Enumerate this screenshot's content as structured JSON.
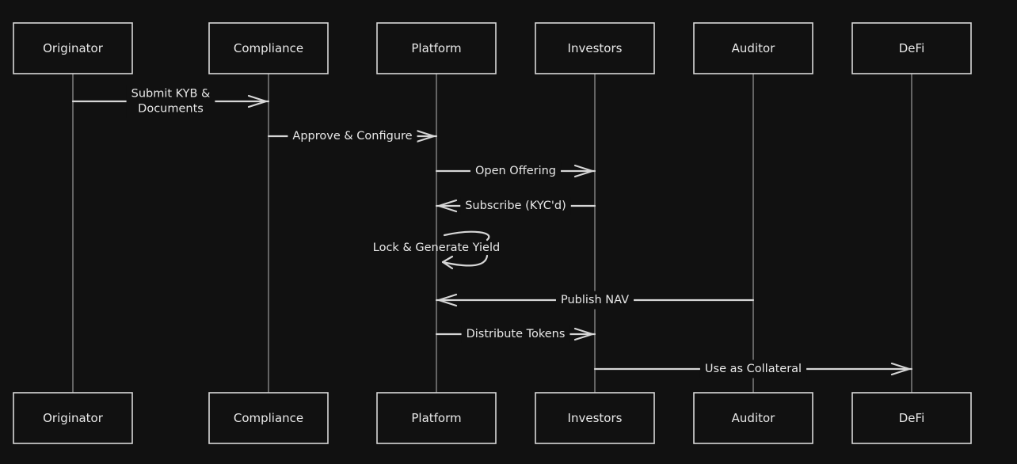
{
  "diagram": {
    "participants": [
      {
        "id": "originator",
        "label": "Originator"
      },
      {
        "id": "compliance",
        "label": "Compliance"
      },
      {
        "id": "platform",
        "label": "Platform"
      },
      {
        "id": "investors",
        "label": "Investors"
      },
      {
        "id": "auditor",
        "label": "Auditor"
      },
      {
        "id": "defi",
        "label": "DeFi"
      }
    ],
    "messages": [
      {
        "id": "submit-kyb",
        "from": "originator",
        "to": "compliance",
        "lines": [
          "Submit KYB &",
          "Documents"
        ]
      },
      {
        "id": "approve-configure",
        "from": "compliance",
        "to": "platform",
        "lines": [
          "Approve & Configure"
        ]
      },
      {
        "id": "open-offering",
        "from": "platform",
        "to": "investors",
        "lines": [
          "Open Offering"
        ]
      },
      {
        "id": "subscribe",
        "from": "investors",
        "to": "platform",
        "lines": [
          "Subscribe (KYC'd)"
        ]
      },
      {
        "id": "lock-generate-yield",
        "from": "platform",
        "to": "platform",
        "lines": [
          "Lock & Generate Yield"
        ]
      },
      {
        "id": "publish-nav",
        "from": "auditor",
        "to": "platform",
        "lines": [
          "Publish NAV"
        ]
      },
      {
        "id": "distribute-tokens",
        "from": "platform",
        "to": "investors",
        "lines": [
          "Distribute Tokens"
        ]
      },
      {
        "id": "use-as-collateral",
        "from": "investors",
        "to": "defi",
        "lines": [
          "Use as Collateral"
        ]
      }
    ]
  }
}
